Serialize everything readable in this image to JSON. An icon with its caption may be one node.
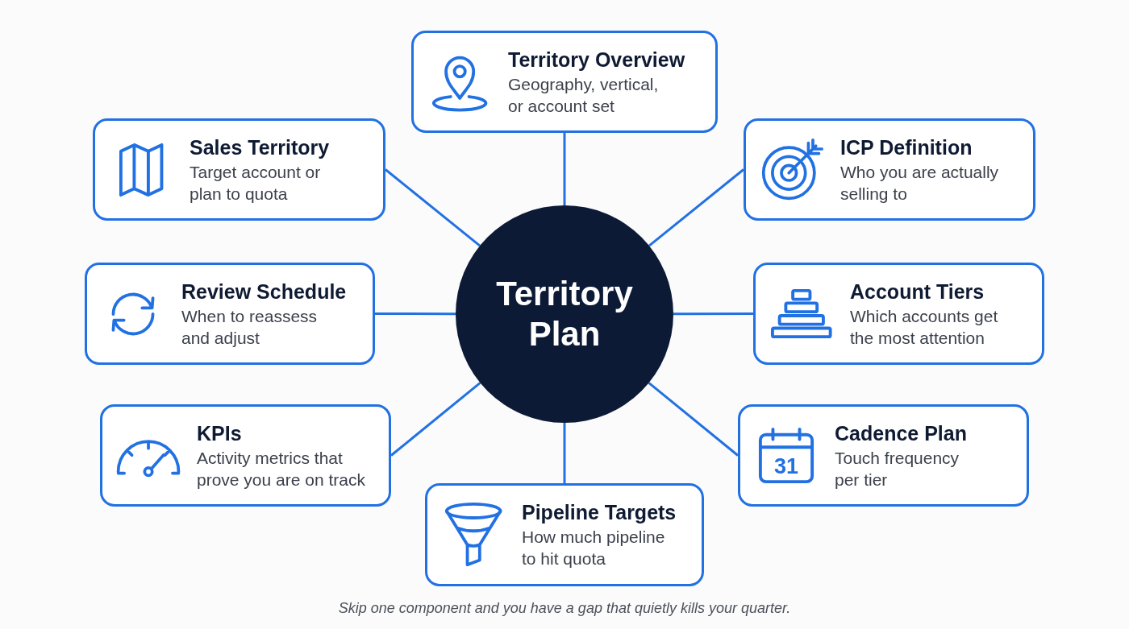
{
  "diagram": {
    "caption": "Skip one component and you have a gap that quietly kills your quarter.",
    "nodes": [
      {
        "text": [
          "Territory Overview",
          "Geography, vertical, or account set"
        ]
      },
      {
        "text": [
          "Sales Territory",
          "Target account or plan to quota"
        ]
      },
      {
        "text": [
          "ICP Definition",
          "Who you are actually selling to"
        ]
      },
      {
        "text": [
          "Review Schedule",
          "When to reassess and adjust"
        ]
      },
      {
        "text": [
          "Territory Plan"
        ]
      },
      {
        "text": [
          "Account Tiers",
          "Which accounts get the most attention"
        ]
      },
      {
        "text": [
          "KPIs",
          "Activity metrics that prove you are on track"
        ]
      },
      {
        "text": [
          "Cadence Plan",
          "Touch frequency per tier"
        ]
      },
      {
        "text": [
          "Pipeline Targets",
          "How much pipeline to hit quota"
        ]
      }
    ],
    "edges": [
      {
        "from": 4,
        "to": 0,
        "arrow": "none"
      },
      {
        "from": 4,
        "to": 1,
        "arrow": "none"
      },
      {
        "from": 4,
        "to": 2,
        "arrow": "none"
      },
      {
        "from": 4,
        "to": 3,
        "arrow": "none"
      },
      {
        "from": 4,
        "to": 5,
        "arrow": "none"
      },
      {
        "from": 4,
        "to": 6,
        "arrow": "none"
      },
      {
        "from": 4,
        "to": 7,
        "arrow": "none"
      },
      {
        "from": 4,
        "to": 8,
        "arrow": "none"
      }
    ],
    "labels": [
      "31"
    ]
  }
}
